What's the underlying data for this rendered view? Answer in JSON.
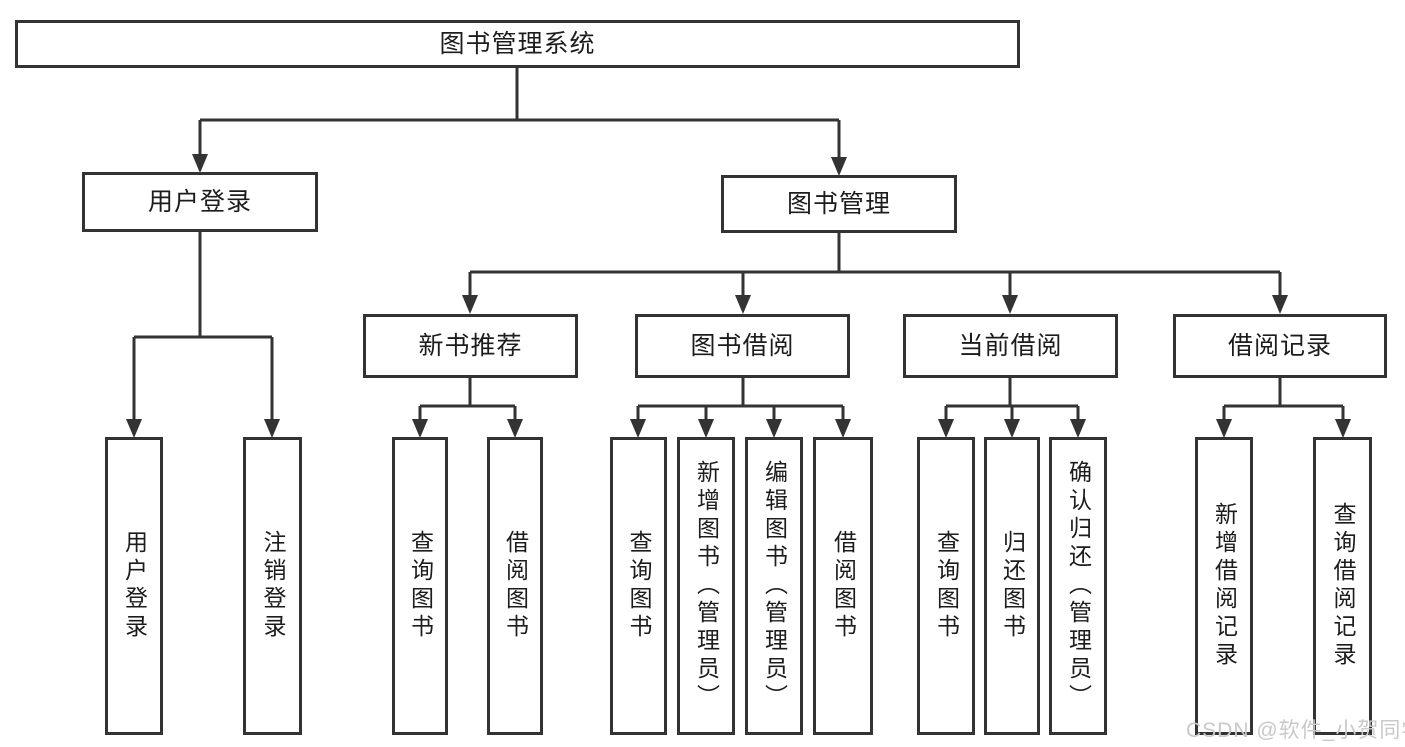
{
  "tree": {
    "root": {
      "label": "图书管理系统"
    },
    "branches": [
      {
        "label": "用户登录",
        "children": [
          {
            "label": "用户登录"
          },
          {
            "label": "注销登录"
          }
        ]
      },
      {
        "label": "图书管理",
        "children": [
          {
            "label": "新书推荐",
            "children": [
              {
                "label": "查询图书"
              },
              {
                "label": "借阅图书"
              }
            ]
          },
          {
            "label": "图书借阅",
            "children": [
              {
                "label": "查询图书"
              },
              {
                "label": "新增图书（管理员）"
              },
              {
                "label": "编辑图书（管理员）"
              },
              {
                "label": "借阅图书"
              }
            ]
          },
          {
            "label": "当前借阅",
            "children": [
              {
                "label": "查询图书"
              },
              {
                "label": "归还图书"
              },
              {
                "label": "确认归还（管理员）"
              }
            ]
          },
          {
            "label": "借阅记录",
            "children": [
              {
                "label": "新增借阅记录"
              },
              {
                "label": "查询借阅记录"
              }
            ]
          }
        ]
      }
    ]
  },
  "watermark": {
    "text": "CSDN @软件_小贺同学"
  },
  "colors": {
    "line": "#333333",
    "text": "#1c1c1c",
    "watermark": "#c9c9c9",
    "background": "#ffffff"
  }
}
